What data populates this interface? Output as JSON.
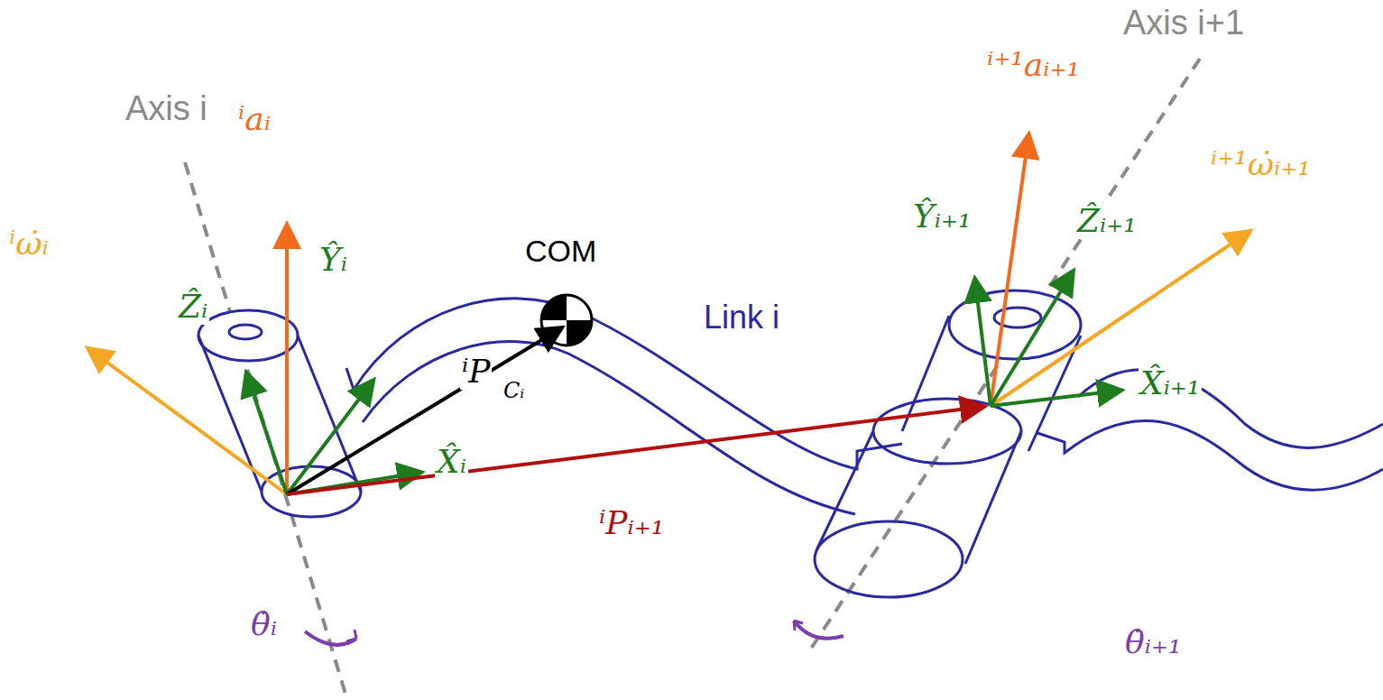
{
  "diagram": {
    "labels": [
      "Axis i",
      "Axis i+1",
      "ⁱaᵢ",
      "ⁱω̇ᵢ",
      "Ẑᵢ",
      "Ŷᵢ",
      "X̂ᵢ",
      "COM",
      "ⁱP",
      "Cᵢ",
      "Link i",
      "ⁱPᵢ₊₁",
      "θ̇ᵢ",
      "ⁱ⁺¹aᵢ₊₁",
      "ⁱ⁺¹ω̇ᵢ₊₁",
      "Ŷᵢ₊₁",
      "Ẑᵢ₊₁",
      "X̂ᵢ₊₁",
      "θ̇ᵢ₊₁"
    ]
  }
}
